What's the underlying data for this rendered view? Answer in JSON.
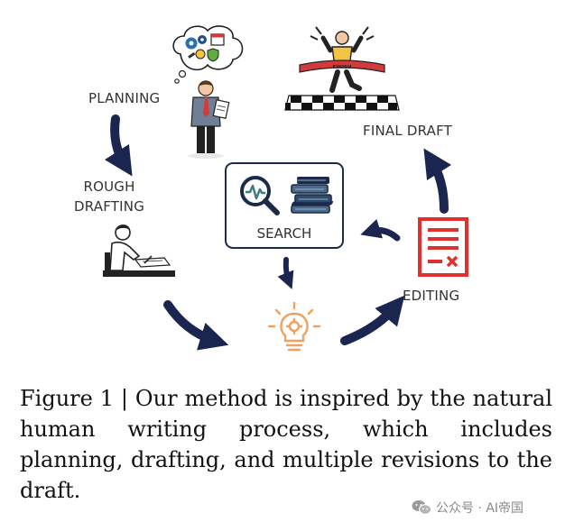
{
  "stages": {
    "planning": "PLANNING",
    "rough_line1": "ROUGH",
    "rough_line2": "DRAFTING",
    "search": "SEARCH",
    "editing": "EDITING",
    "final_draft": "FINAL DRAFT"
  },
  "finish_banner": "FINISH",
  "caption": "Figure 1 | Our method is inspired by the natural human writing process, which includes planning, drafting, and multiple revisions to the draft.",
  "watermark": "公众号 · AI帝国",
  "colors": {
    "arrow": "#1b2650",
    "search_border": "#1c2a4a",
    "bulb": "#f0a060",
    "editing_doc": "#e0312e",
    "text": "#333333"
  },
  "icons": [
    "thought-bubble-gears-icon",
    "thinking-man-icon",
    "writing-man-icon",
    "magnifier-icon",
    "books-icon",
    "lightbulb-gear-icon",
    "edited-document-icon",
    "finish-line-runner-icon",
    "wechat-icon"
  ]
}
